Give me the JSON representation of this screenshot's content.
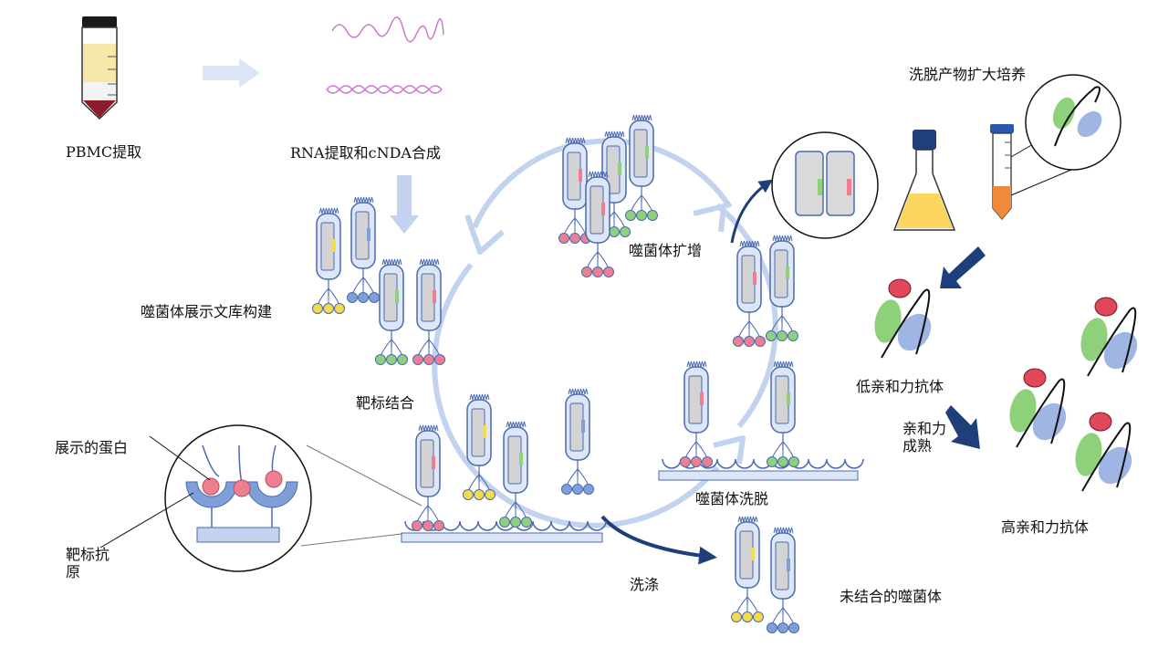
{
  "labels": {
    "pbmc": "PBMC提取",
    "rna": "RNA提取和cNDA合成",
    "library": "噬菌体展示文库构建",
    "target_binding": "靶标结合",
    "amplification": "噬菌体扩增",
    "elution": "噬菌体洗脱",
    "wash": "洗涤",
    "unbound": "未结合的噬菌体",
    "displayed_protein": "展示的蛋白",
    "target_antigen": "靶标抗\n原",
    "expand_culture": "洗脱产物扩大培养",
    "low_affinity": "低亲和力抗体",
    "affinity_maturation": "亲和力\n成熟",
    "high_affinity": "高亲和力抗体"
  },
  "colors": {
    "cycle_arrow": "#c3d2ee",
    "dark_arrow": "#1f3f7a",
    "phage_fill": "#dde6f6",
    "phage_stroke": "#4a6ab0",
    "yellow": "#f3dc4a",
    "blue": "#7f9fd8",
    "green": "#8fd17a",
    "pink": "#ee7f93",
    "red": "#e0475a",
    "flask_liquid": "#fbd55e",
    "tube_orange": "#f08a3a"
  }
}
